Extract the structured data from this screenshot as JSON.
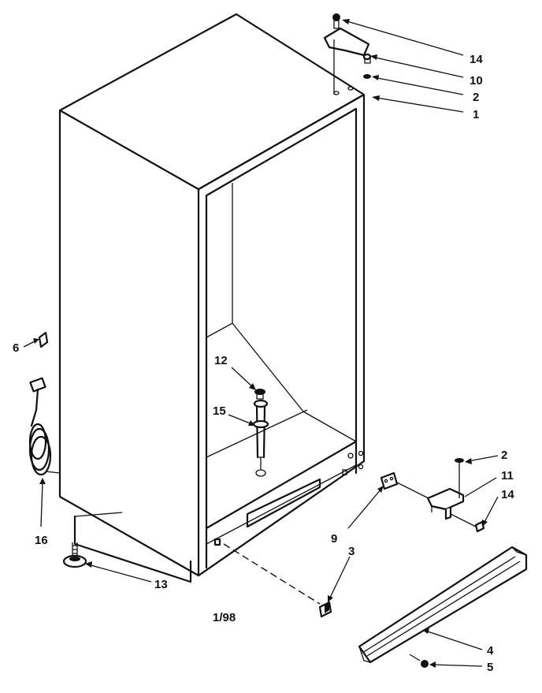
{
  "diagram": {
    "footer_code": "1/98",
    "callouts": {
      "c14_top": "14",
      "c10": "10",
      "c2_top": "2",
      "c1": "1",
      "c6": "6",
      "c16": "16",
      "c13": "13",
      "c12": "12",
      "c15": "15",
      "c2_right": "2",
      "c11": "11",
      "c14_right": "14",
      "c9": "9",
      "c3": "3",
      "c4": "4",
      "c5": "5"
    }
  }
}
